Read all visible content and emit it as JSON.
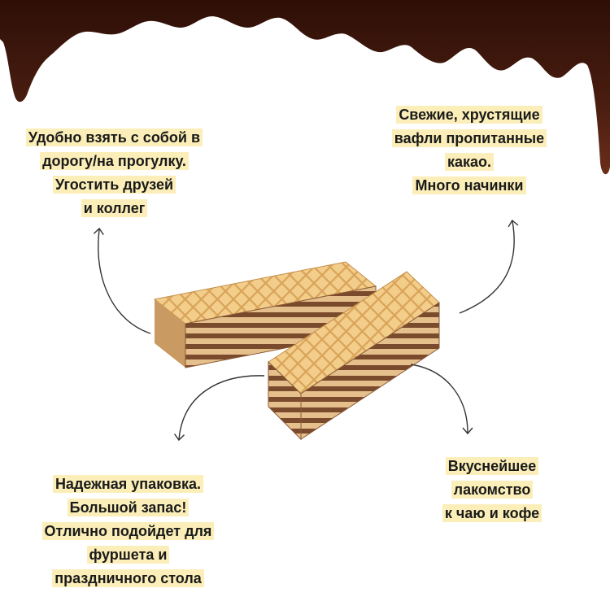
{
  "features": {
    "top_left": [
      "Удобно взять с собой в",
      "дорогу/на прогулку.",
      "Угостить друзей",
      "и коллег"
    ],
    "top_right": [
      "Свежие, хрустящие",
      "вафли пропитанные",
      "какао.",
      "Много начинки"
    ],
    "bottom_left": [
      "Надежная упаковка.",
      "Большой запас!",
      "Отлично подойдет для",
      "фуршета и",
      "праздничного стола"
    ],
    "bottom_right": [
      "Вкуснейшее",
      "лакомство",
      "к чаю и кофе"
    ]
  },
  "colors": {
    "chocolate": "#4a1d10",
    "highlight": "#fbeeb8",
    "wafer": "#f1c985",
    "cream": "#7a4a2c",
    "arrow": "#333333"
  }
}
